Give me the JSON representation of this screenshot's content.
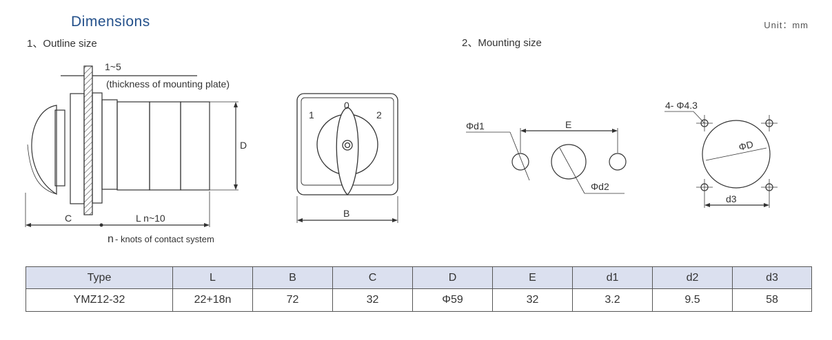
{
  "header": {
    "title": "Dimensions",
    "unit": "Unit：mm"
  },
  "outline": {
    "heading": "1、Outline size",
    "plate_range": "1~5",
    "plate_note": "(thickness of mounting plate)",
    "label_D": "D",
    "label_C": "C",
    "label_L": "L n~10",
    "n_symbol": "n",
    "n_note": "- knots of contact system"
  },
  "front_view": {
    "pos_1": "1",
    "pos_0": "0",
    "pos_2": "2",
    "label_B": "B"
  },
  "mounting": {
    "heading": "2、Mounting size",
    "label_d1": "Φd1",
    "label_E": "E",
    "label_d2": "Φd2",
    "label_holes": "4- Φ4.3",
    "label_D": "ΦD",
    "label_d3": "d3"
  },
  "table": {
    "headers": [
      "Type",
      "L",
      "B",
      "C",
      "D",
      "E",
      "d1",
      "d2",
      "d3"
    ],
    "rows": [
      [
        "YMZ12-32",
        "22+18n",
        "72",
        "32",
        "Φ59",
        "32",
        "3.2",
        "9.5",
        "58"
      ]
    ]
  }
}
